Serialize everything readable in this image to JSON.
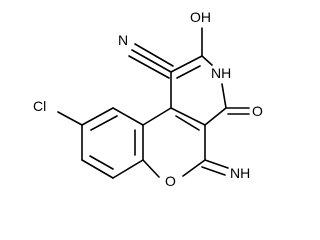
{
  "molecule": {
    "atom_labels": {
      "chloro": "Cl",
      "nitrile_n": "N",
      "hydroxy": "OH",
      "ring_nh": "NH",
      "carbonyl_o": "O",
      "ring_o": "O",
      "imino": "NH"
    },
    "ring_count": 3,
    "ring_kind": "fused six-membered rings",
    "atom_color": "#000000",
    "background_color": "#ffffff"
  }
}
